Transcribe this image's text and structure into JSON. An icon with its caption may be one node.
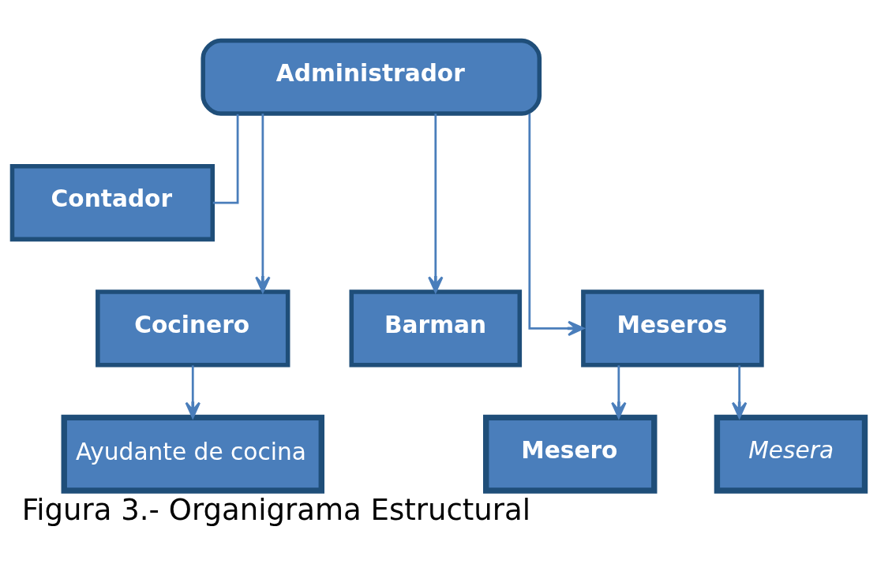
{
  "diagram": {
    "caption": "Figura 3.- Organigrama Estructural",
    "nodes": [
      {
        "text": [
          "Administrador"
        ]
      },
      {
        "text": [
          "Contador"
        ]
      },
      {
        "text": [
          "Cocinero"
        ]
      },
      {
        "text": [
          "Barman"
        ]
      },
      {
        "text": [
          "Meseros"
        ]
      },
      {
        "text": [
          "Ayudante de cocina"
        ]
      },
      {
        "text": [
          "Mesero"
        ]
      },
      {
        "text": [
          "Mesera"
        ]
      }
    ],
    "edges": [
      {
        "from": 0,
        "to": 1,
        "arrow": "none"
      },
      {
        "from": 0,
        "to": 2,
        "arrow": "to"
      },
      {
        "from": 0,
        "to": 3,
        "arrow": "to"
      },
      {
        "from": 0,
        "to": 4,
        "arrow": "to"
      },
      {
        "from": 2,
        "to": 5,
        "arrow": "to"
      },
      {
        "from": 4,
        "to": 6,
        "arrow": "to"
      },
      {
        "from": 4,
        "to": 7,
        "arrow": "to"
      }
    ]
  }
}
